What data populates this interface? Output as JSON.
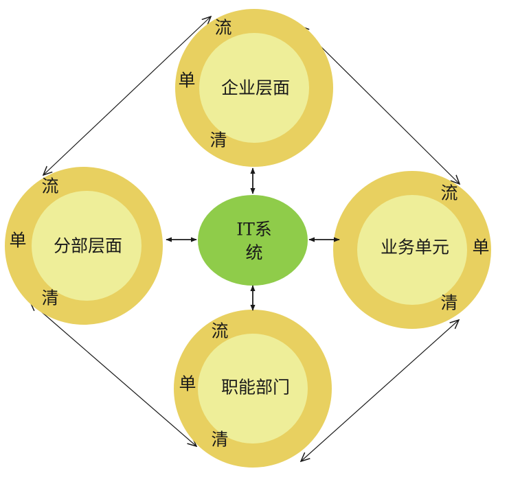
{
  "center": {
    "line1": "IT系",
    "line2": "统"
  },
  "nodes": {
    "top": {
      "label": "企业层面",
      "flow": "流",
      "list": "单",
      "clear": "清"
    },
    "left": {
      "label": "分部层面",
      "flow": "流",
      "list": "单",
      "clear": "清"
    },
    "right": {
      "label": "业务单元",
      "flow": "流",
      "list": "单",
      "clear": "清"
    },
    "bottom": {
      "label": "职能部门",
      "flow": "流",
      "list": "单",
      "clear": "清"
    }
  },
  "colors": {
    "outer_ring": "#e8d060",
    "inner_circle": "#eeee99",
    "core": "#8fcc4a",
    "arrows": "#1a1a1a"
  }
}
